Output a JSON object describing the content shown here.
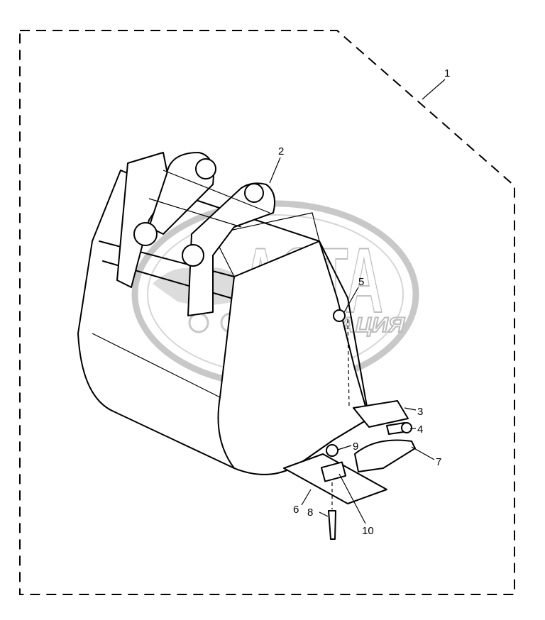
{
  "diagram": {
    "type": "exploded parts view",
    "callouts": [
      "1",
      "2",
      "3",
      "4",
      "5",
      "6",
      "7",
      "8",
      "9",
      "10"
    ],
    "watermark": {
      "title": "АСТА",
      "subtitle": "АССОЦИАЦИЯ"
    }
  }
}
